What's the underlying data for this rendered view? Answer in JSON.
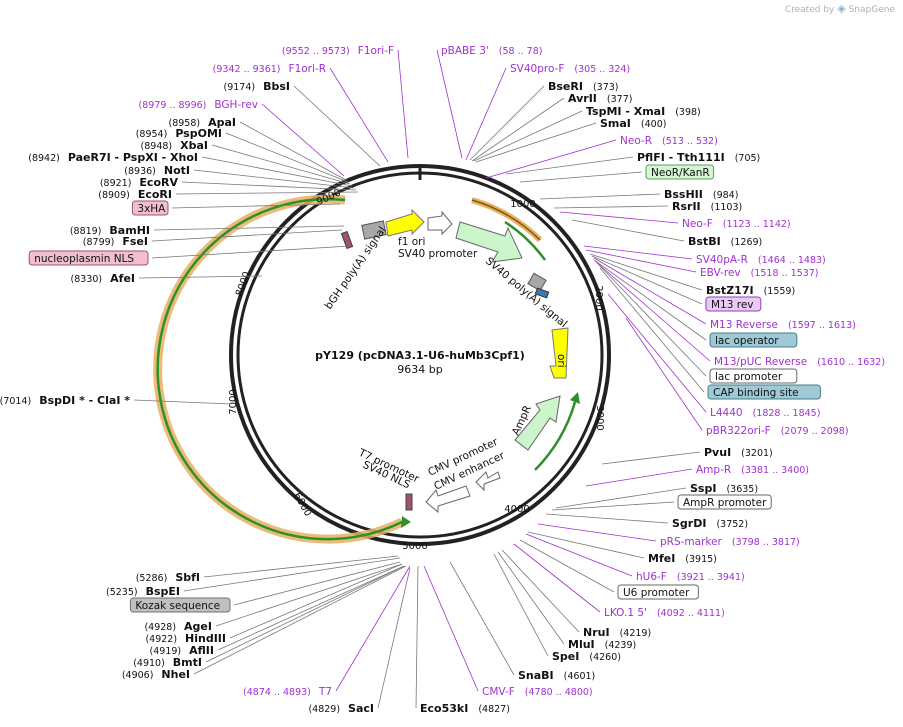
{
  "header": {
    "created_by": "Created by",
    "brand": "SnapGene"
  },
  "plasmid": {
    "name": "pY129 (pcDNA3.1-U6-huMb3Cpf1)",
    "size": "9634 bp"
  },
  "ticks": [
    "1000",
    "2000",
    "3000",
    "4000",
    "5000",
    "6000",
    "7000",
    "8000",
    "9000"
  ],
  "labels": {
    "right": [
      {
        "id": "pbabe",
        "type": "primer",
        "name": "pBABE 3'",
        "coord": "(58 .. 78)"
      },
      {
        "id": "sv40prof",
        "type": "primer",
        "name": "SV40pro-F",
        "coord": "(305 .. 324)"
      },
      {
        "id": "bseri",
        "type": "site",
        "name": "BseRI",
        "coord": "(373)"
      },
      {
        "id": "avrii",
        "type": "site",
        "name": "AvrII",
        "coord": "(377)"
      },
      {
        "id": "tspmi",
        "type": "site",
        "name": "TspMI  - XmaI",
        "coord": "(398)"
      },
      {
        "id": "smai",
        "type": "site",
        "name": "SmaI",
        "coord": "(400)"
      },
      {
        "id": "neor",
        "type": "primer",
        "name": "Neo-R",
        "coord": "(513 .. 532)"
      },
      {
        "id": "pflfi",
        "type": "site",
        "name": "PflFI  - Tth111I",
        "coord": "(705)"
      },
      {
        "id": "neokan",
        "type": "feature",
        "name": "NeoR/KanR",
        "coord": "",
        "fill": "#d6f5d6",
        "stroke": "#5aa05a"
      },
      {
        "id": "bsshii",
        "type": "site",
        "name": "BssHII",
        "coord": "(984)"
      },
      {
        "id": "rsrii",
        "type": "site",
        "name": "RsrII",
        "coord": "(1103)"
      },
      {
        "id": "neof",
        "type": "primer",
        "name": "Neo-F",
        "coord": "(1123 .. 1142)"
      },
      {
        "id": "bstbi",
        "type": "site",
        "name": "BstBI",
        "coord": "(1269)"
      },
      {
        "id": "sv40par",
        "type": "primer",
        "name": "SV40pA-R",
        "coord": "(1464 .. 1483)"
      },
      {
        "id": "ebvrev",
        "type": "primer",
        "name": "EBV-rev",
        "coord": "(1518 .. 1537)"
      },
      {
        "id": "bstz17i",
        "type": "site",
        "name": "BstZ17I",
        "coord": "(1559)"
      },
      {
        "id": "m13rev",
        "type": "feature",
        "name": "M13 rev",
        "coord": "",
        "fill": "#e8ccf5",
        "stroke": "#9040b0"
      },
      {
        "id": "m13reverse",
        "type": "primer",
        "name": "M13 Reverse",
        "coord": "(1597 .. 1613)"
      },
      {
        "id": "lacop",
        "type": "feature",
        "name": "lac operator",
        "coord": "",
        "fill": "#9ec9d6",
        "stroke": "#4a7a8a"
      },
      {
        "id": "m13puc",
        "type": "primer",
        "name": "M13/pUC Reverse",
        "coord": "(1610 .. 1632)"
      },
      {
        "id": "lacprom",
        "type": "feature",
        "name": "lac promoter",
        "coord": "",
        "fill": "#ffffff",
        "stroke": "#666666"
      },
      {
        "id": "cap",
        "type": "feature",
        "name": "CAP binding site",
        "coord": "",
        "fill": "#9ec9d6",
        "stroke": "#4a7a8a"
      },
      {
        "id": "l4440",
        "type": "primer",
        "name": "L4440",
        "coord": "(1828 .. 1845)"
      },
      {
        "id": "pbr322",
        "type": "primer",
        "name": "pBR322ori-F",
        "coord": "(2079 .. 2098)"
      },
      {
        "id": "pvui",
        "type": "site",
        "name": "PvuI",
        "coord": "(3201)"
      },
      {
        "id": "ampr",
        "type": "primer",
        "name": "Amp-R",
        "coord": "(3381 .. 3400)"
      },
      {
        "id": "sspi",
        "type": "site",
        "name": "SspI",
        "coord": "(3635)"
      },
      {
        "id": "amprprom",
        "type": "feature",
        "name": "AmpR promoter",
        "coord": "",
        "fill": "#ffffff",
        "stroke": "#666666"
      },
      {
        "id": "sgrdi",
        "type": "site",
        "name": "SgrDI",
        "coord": "(3752)"
      },
      {
        "id": "prsmarker",
        "type": "primer",
        "name": "pRS-marker",
        "coord": "(3798 .. 3817)"
      },
      {
        "id": "mfei",
        "type": "site",
        "name": "MfeI",
        "coord": "(3915)"
      },
      {
        "id": "hu6f",
        "type": "primer",
        "name": "hU6-F",
        "coord": "(3921 .. 3941)"
      },
      {
        "id": "u6prom",
        "type": "feature",
        "name": "U6 promoter",
        "coord": "",
        "fill": "#ffffff",
        "stroke": "#666666"
      },
      {
        "id": "lko",
        "type": "primer",
        "name": "LKO.1 5'",
        "coord": "(4092 .. 4111)"
      },
      {
        "id": "nrui",
        "type": "site",
        "name": "NruI",
        "coord": "(4219)"
      },
      {
        "id": "mlui",
        "type": "site",
        "name": "MluI",
        "coord": "(4239)"
      },
      {
        "id": "spei",
        "type": "site",
        "name": "SpeI",
        "coord": "(4260)"
      },
      {
        "id": "snabi",
        "type": "site",
        "name": "SnaBI",
        "coord": "(4601)"
      },
      {
        "id": "cmvf",
        "type": "primer",
        "name": "CMV-F",
        "coord": "(4780 .. 4800)"
      },
      {
        "id": "eco53ki",
        "type": "site",
        "name": "Eco53kI",
        "coord": "(4827)"
      }
    ],
    "left": [
      {
        "id": "f1orif",
        "type": "primer",
        "name": "F1ori-F",
        "coord": "(9552 .. 9573)"
      },
      {
        "id": "f1orir",
        "type": "primer",
        "name": "F1ori-R",
        "coord": "(9342 .. 9361)"
      },
      {
        "id": "bbsi",
        "type": "site",
        "name": "BbsI",
        "coord": "(9174)"
      },
      {
        "id": "bghrev",
        "type": "primer",
        "name": "BGH-rev",
        "coord": "(8979 .. 8996)"
      },
      {
        "id": "apai",
        "type": "site",
        "name": "ApaI",
        "coord": "(8958)"
      },
      {
        "id": "psmoi",
        "type": "site",
        "name": "PspOMI",
        "coord": "(8954)"
      },
      {
        "id": "xbai",
        "type": "site",
        "name": "XbaI",
        "coord": "(8948)"
      },
      {
        "id": "paer7i",
        "type": "site",
        "name": "PaeR7I  - PspXI  - XhoI",
        "coord": "(8942)"
      },
      {
        "id": "noti",
        "type": "site",
        "name": "NotI",
        "coord": "(8936)"
      },
      {
        "id": "ecorv",
        "type": "site",
        "name": "EcoRV",
        "coord": "(8921)"
      },
      {
        "id": "ecori",
        "type": "site",
        "name": "EcoRI",
        "coord": "(8909)"
      },
      {
        "id": "ha3",
        "type": "feature",
        "name": "3xHA",
        "coord": "",
        "fill": "#f0c0d0",
        "stroke": "#a05070"
      },
      {
        "id": "bamhi",
        "type": "site",
        "name": "BamHI",
        "coord": "(8819)"
      },
      {
        "id": "fsei",
        "type": "site",
        "name": "FseI",
        "coord": "(8799)"
      },
      {
        "id": "nls",
        "type": "feature",
        "name": "nucleoplasmin NLS",
        "coord": "",
        "fill": "#f0c0d0",
        "stroke": "#a05070"
      },
      {
        "id": "afei",
        "type": "site",
        "name": "AfeI",
        "coord": "(8330)"
      },
      {
        "id": "bspdi",
        "type": "site",
        "name": "BspDI *  - ClaI *",
        "coord": "(7014)"
      },
      {
        "id": "sbfi",
        "type": "site",
        "name": "SbfI",
        "coord": "(5286)"
      },
      {
        "id": "bspei",
        "type": "site",
        "name": "BspEI",
        "coord": "(5235)"
      },
      {
        "id": "kozak",
        "type": "feature",
        "name": "Kozak sequence",
        "coord": "",
        "fill": "#c0c0c0",
        "stroke": "#707070"
      },
      {
        "id": "agei",
        "type": "site",
        "name": "AgeI",
        "coord": "(4928)"
      },
      {
        "id": "hindiii",
        "type": "site",
        "name": "HindIII",
        "coord": "(4922)"
      },
      {
        "id": "aflii",
        "type": "site",
        "name": "AflII",
        "coord": "(4919)"
      },
      {
        "id": "bmti",
        "type": "site",
        "name": "BmtI",
        "coord": "(4910)"
      },
      {
        "id": "nhei",
        "type": "site",
        "name": "NheI",
        "coord": "(4906)"
      },
      {
        "id": "t7",
        "type": "primer",
        "name": "T7",
        "coord": "(4874 .. 4893)"
      },
      {
        "id": "saci",
        "type": "site",
        "name": "SacI",
        "coord": "(4829)"
      }
    ]
  },
  "features": {
    "bgh": "bGH poly(A) signal",
    "f1ori": "f1 ori",
    "sv40prom": "SV40 promoter",
    "sv40pa": "SV40 poly(A) signal",
    "ori": "ori",
    "ampr": "AmpR",
    "cmvprom": "CMV promoter",
    "cmvenh": "CMV enhancer",
    "t7prom": "T7 promoter",
    "sv40nls": "SV40 NLS"
  },
  "colors": {
    "backbone": "#222222",
    "primer": "#a030d0",
    "cds_green": "#3a9a3a",
    "cds_orange": "#e0a050",
    "ori_yellow": "#ffff00",
    "promoter_green": "#ccf5cc"
  }
}
